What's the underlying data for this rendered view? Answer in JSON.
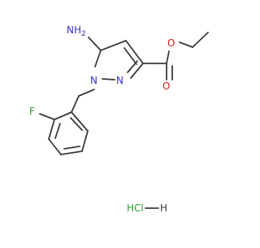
{
  "structure": {
    "name": "",
    "atom_labels": {
      "nh2": "NH",
      "nh2_sub": "2",
      "n1": "N",
      "n2": "N",
      "o_ester": "O",
      "o_carbonyl": "O",
      "f": "F",
      "salt": "HCl",
      "salt_h": "H"
    },
    "colors": {
      "bond": "#3a3a3a",
      "nitrogen": "#3333cc",
      "oxygen": "#cc1a1a",
      "fluorine": "#2e9b2e",
      "chlorine": "#2e9b2e",
      "hydrogen": "#3a3a3a"
    }
  }
}
